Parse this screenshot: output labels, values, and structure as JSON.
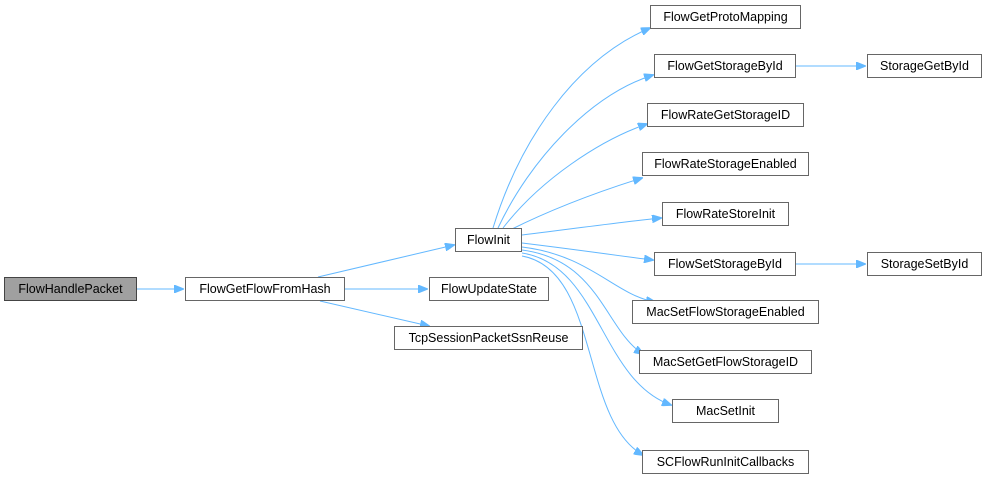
{
  "graph": {
    "edge_color": "#63b8ff",
    "nodes": {
      "flowhandlepacket": "FlowHandlePacket",
      "flowgetflowfromhash": "FlowGetFlowFromHash",
      "flowinit": "FlowInit",
      "flowupdatestate": "FlowUpdateState",
      "tcpsessionpacketssnreuse": "TcpSessionPacketSsnReuse",
      "flowgetprotomapping": "FlowGetProtoMapping",
      "flowgetstoragebyid": "FlowGetStorageById",
      "storagegetbyid": "StorageGetById",
      "flowrategetstorageid": "FlowRateGetStorageID",
      "flowratestorageenabled": "FlowRateStorageEnabled",
      "flowratestoreinit": "FlowRateStoreInit",
      "flowsetstoragebyid": "FlowSetStorageById",
      "storagesetbyid": "StorageSetById",
      "macsetflowstorageenabled": "MacSetFlowStorageEnabled",
      "macsetgetflowstorageid": "MacSetGetFlowStorageID",
      "macsetinit": "MacSetInit",
      "scflowruninitcallbacks": "SCFlowRunInitCallbacks"
    }
  }
}
